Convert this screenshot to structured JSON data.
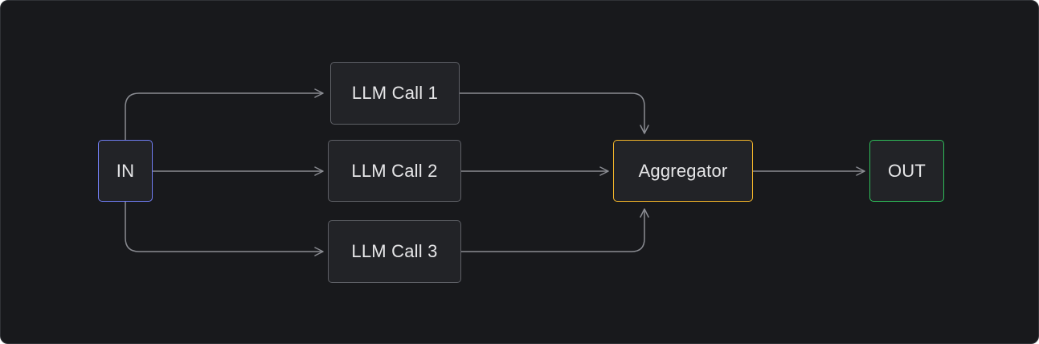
{
  "diagram": {
    "nodes": {
      "input": {
        "label": "IN",
        "border_color": "#6f7cf0"
      },
      "llm_call_1": {
        "label": "LLM Call 1",
        "border_color": "#5e6066"
      },
      "llm_call_2": {
        "label": "LLM Call 2",
        "border_color": "#5e6066"
      },
      "llm_call_3": {
        "label": "LLM Call 3",
        "border_color": "#5e6066"
      },
      "aggregator": {
        "label": "Aggregator",
        "border_color": "#f2b52a"
      },
      "output": {
        "label": "OUT",
        "border_color": "#2fbd5a"
      }
    },
    "edges": [
      {
        "from": "IN",
        "to": "LLM Call 1"
      },
      {
        "from": "IN",
        "to": "LLM Call 2"
      },
      {
        "from": "IN",
        "to": "LLM Call 3"
      },
      {
        "from": "LLM Call 1",
        "to": "Aggregator"
      },
      {
        "from": "LLM Call 2",
        "to": "Aggregator"
      },
      {
        "from": "LLM Call 3",
        "to": "Aggregator"
      },
      {
        "from": "Aggregator",
        "to": "OUT"
      }
    ],
    "colors": {
      "background": "#18191c",
      "edge": "#8a8c92",
      "node_fill": "#222327",
      "text": "#e6e6e8"
    }
  }
}
